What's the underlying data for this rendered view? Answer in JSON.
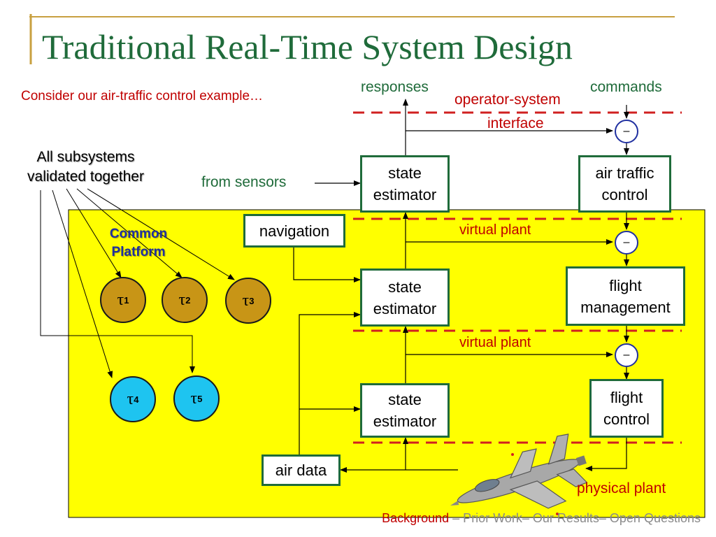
{
  "title": "Traditional Real-Time System Design",
  "subtitle": "Consider our air-traffic control example…",
  "left_note": {
    "line1": "All subsystems",
    "line2": "validated together"
  },
  "platform": {
    "line1": "Common",
    "line2": "Platform"
  },
  "tasks": [
    {
      "symbol": "τ",
      "index": "1",
      "color": "#c89516"
    },
    {
      "symbol": "τ",
      "index": "2",
      "color": "#c89516"
    },
    {
      "symbol": "τ",
      "index": "3",
      "color": "#c89516"
    },
    {
      "symbol": "τ",
      "index": "4",
      "color": "#1ec4f0"
    },
    {
      "symbol": "τ",
      "index": "5",
      "color": "#1ec4f0"
    }
  ],
  "labels": {
    "responses": "responses",
    "commands": "commands",
    "operator_system": "operator-system",
    "interface": "interface",
    "from_sensors": "from sensors",
    "virtual_plant_1": "virtual plant",
    "virtual_plant_2": "virtual plant",
    "physical_plant": "physical plant"
  },
  "boxes": {
    "state_estimator_1": {
      "line1": "state",
      "line2": "estimator"
    },
    "state_estimator_2": {
      "line1": "state",
      "line2": "estimator"
    },
    "state_estimator_3": {
      "line1": "state",
      "line2": "estimator"
    },
    "air_traffic_control": {
      "line1": "air traffic",
      "line2": "control"
    },
    "flight_management": {
      "line1": "flight",
      "line2": "management"
    },
    "flight_control": {
      "line1": "flight",
      "line2": "control"
    },
    "navigation": "navigation",
    "air_data": "air data"
  },
  "summing_junctions": [
    "–",
    "–",
    "–"
  ],
  "footer": {
    "current": "Background",
    "rest": " – Prior Work– Our Results– Open Questions"
  },
  "colors": {
    "title_green": "#1f6b3a",
    "accent_red": "#c00000",
    "platform_yellow": "#ffff00",
    "border_gold": "#c8a040"
  },
  "icons": {
    "aircraft": "fighter-jet-icon"
  }
}
